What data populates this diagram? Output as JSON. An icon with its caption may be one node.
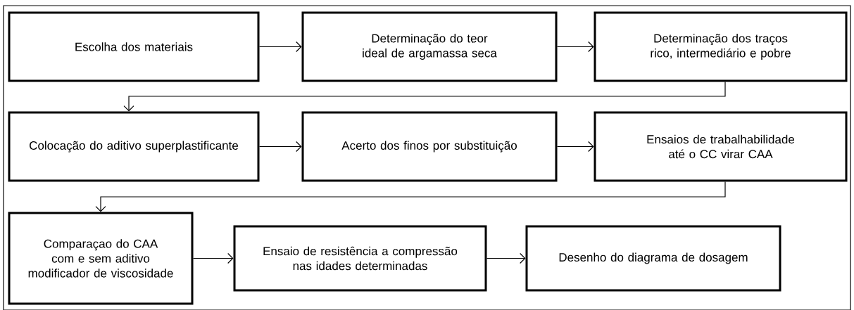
{
  "diagram": {
    "nodes": [
      {
        "text": [
          "Escolha dos materiais"
        ]
      },
      {
        "text": [
          "Determinação do teor ideal de argamassa seca"
        ]
      },
      {
        "text": [
          "Determinação dos traços rico, intermediário e pobre"
        ]
      },
      {
        "text": [
          "Colocação do aditivo superplastificante"
        ]
      },
      {
        "text": [
          "Acerto dos finos por substituição"
        ]
      },
      {
        "text": [
          "Ensaios de trabalhabilidade até o  CC virar  CAA"
        ]
      },
      {
        "text": [
          "Comparaçao do CAA  com e sem aditivo modificador de viscosidade"
        ]
      },
      {
        "text": [
          "Ensaio de resistência a compressão nas idades determinadas"
        ]
      },
      {
        "text": [
          "Desenho do diagrama de dosagem"
        ]
      }
    ],
    "edges": [
      {
        "from": 0,
        "to": 1,
        "arrow": "to"
      },
      {
        "from": 1,
        "to": 2,
        "arrow": "to"
      },
      {
        "from": 2,
        "to": 3,
        "arrow": "to"
      },
      {
        "from": 3,
        "to": 4,
        "arrow": "to"
      },
      {
        "from": 4,
        "to": 5,
        "arrow": "to"
      },
      {
        "from": 5,
        "to": 6,
        "arrow": "to"
      },
      {
        "from": 6,
        "to": 7,
        "arrow": "to"
      },
      {
        "from": 7,
        "to": 8,
        "arrow": "to"
      }
    ]
  }
}
